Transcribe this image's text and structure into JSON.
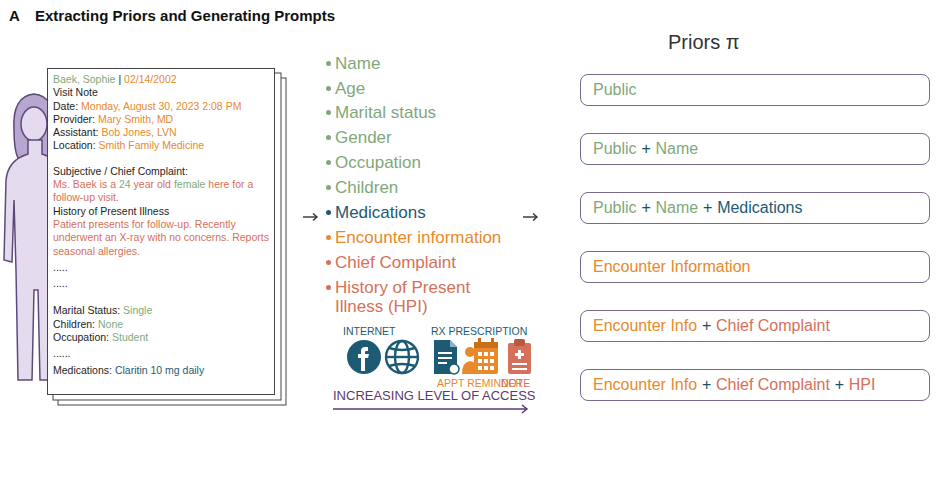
{
  "diagram": {
    "title": "Extracting Priors and Generating Prompts",
    "nodes": [
      {
        "text": [
          "Baek, Sophie",
          "|",
          "02/14/2002",
          "Visit Note",
          "Date:",
          "Monday, August 30, 2023 2:08 PM",
          "Provider:",
          "Mary Smith, MD",
          "Assistant:",
          "Bob Jones, LVN",
          "Location:",
          "Smith Family Medicine",
          "Subjective / Chief Complaint:",
          "Ms. Baek is a",
          "24",
          "year old",
          "female",
          "here for a follow-up visit.",
          "History of Present Illness",
          "Patient presents for follow-up. Recently underwent an X-ray with no concerns. Reports seasonal allergies.",
          ".....",
          ".....",
          "Marital Status:",
          "Single",
          "Children:",
          "None",
          "Occupation:",
          "Student",
          "......",
          "Medications:",
          "Claritin 10 mg daily"
        ]
      },
      {
        "text": [
          "Public"
        ]
      },
      {
        "text": [
          "Public",
          "+",
          "Name"
        ]
      },
      {
        "text": [
          "Public",
          "+",
          "Name",
          "+",
          "Medications"
        ]
      },
      {
        "text": [
          "Encounter Information"
        ]
      },
      {
        "text": [
          "Encounter Info",
          "+",
          "Chief Complaint"
        ]
      },
      {
        "text": [
          "Encounter Info",
          "+",
          "Chief Complaint",
          "+",
          "HPI"
        ]
      }
    ],
    "labels": [
      "A",
      "Name",
      "Age",
      "Marital status",
      "Gender",
      "Occupation",
      "Children",
      "Medications",
      "Encounter information",
      "Chief Complaint",
      "History of Present Illness (HPI)",
      "Priors π",
      "INTERNET",
      "RX PRESCRIPTION",
      "APPT REMINDER",
      "NOTE",
      "INCREASING LEVEL OF ACCESS"
    ]
  }
}
